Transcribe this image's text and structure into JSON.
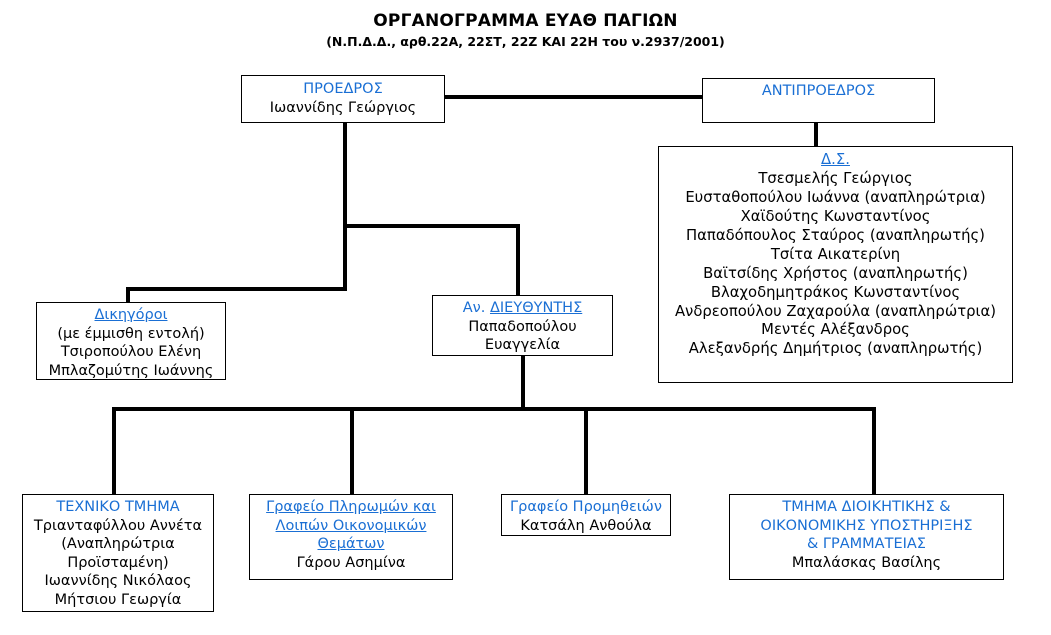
{
  "header": {
    "title": "ΟΡΓΑΝΟΓΡΑΜΜΑ ΕΥΑΘ ΠΑΓΙΩΝ",
    "subtitle": "(Ν.Π.Δ.Δ., αρθ.22Α, 22ΣΤ, 22Ζ ΚΑΙ 22Η του  ν.2937/2001)"
  },
  "colors": {
    "heading": "#1a6fd4",
    "body": "#000000",
    "border": "#000000",
    "background": "#ffffff"
  },
  "nodes": {
    "president": {
      "heading": "ΠΡΟΕΔΡΟΣ",
      "lines": [
        "Ιωαννίδης Γεώργιος"
      ]
    },
    "vice_president": {
      "heading": "ΑΝΤΙΠΡΟΕΔΡΟΣ",
      "lines": []
    },
    "board": {
      "heading": "Δ.Σ.",
      "lines": [
        "Τσεσμελής Γεώργιος",
        "Ευσταθοπούλου Ιωάννα (αναπληρώτρια)",
        "Χαϊδούτης Κωνσταντίνος",
        "Παπαδόπουλος Σταύρος (αναπληρωτής)",
        "Τσίτα Αικατερίνη",
        "Βαϊτσίδης Χρήστος (αναπληρωτής)",
        "Βλαχοδημητράκος Κωνσταντίνος",
        "Ανδρεοπούλου Ζαχαρούλα (αναπληρώτρια)",
        "Μεντές Αλέξανδρος",
        "Αλεξανδρής Δημήτριος (αναπληρωτής)"
      ]
    },
    "lawyers": {
      "heading": "Δικηγόροι",
      "lines": [
        "(με έμμισθη εντολή)",
        "Τσιροπούλου Ελένη",
        "Μπλαζομύτης Ιωάννης"
      ]
    },
    "deputy_director": {
      "heading": "Αν. ΔΙΕΥΘΥΝΤΗΣ",
      "lines": [
        "Παπαδοπούλου",
        "Ευαγγελία"
      ]
    },
    "technical_department": {
      "heading": "ΤΕΧΝΙΚΟ ΤΜΗΜΑ",
      "lines": [
        "Τριανταφύλλου Αννέτα",
        "(Αναπληρώτρια",
        "Προϊσταμένη)",
        "Ιωαννίδης Νικόλαος",
        "Μήτσιου Γεωργία"
      ]
    },
    "payments_office": {
      "heading_lines": [
        "Γραφείο Πληρωμών και",
        "Λοιπών Οικονομικών",
        "Θεμάτων"
      ],
      "lines": [
        "Γάρου Ασημίνα"
      ]
    },
    "procurement_office": {
      "heading": "Γραφείο Προμηθειών",
      "lines": [
        "Κατσάλη Ανθούλα"
      ]
    },
    "admin_department": {
      "heading_lines": [
        "ΤΜΗΜΑ ΔΙΟΙΚΗΤΙΚΗΣ &",
        "ΟΙΚΟΝΟΜΙΚΗΣ ΥΠΟΣΤΗΡΙΞΗΣ",
        "& ΓΡΑΜΜΑΤΕΙΑΣ"
      ],
      "lines": [
        "Μπαλάσκας Βασίλης"
      ]
    }
  }
}
